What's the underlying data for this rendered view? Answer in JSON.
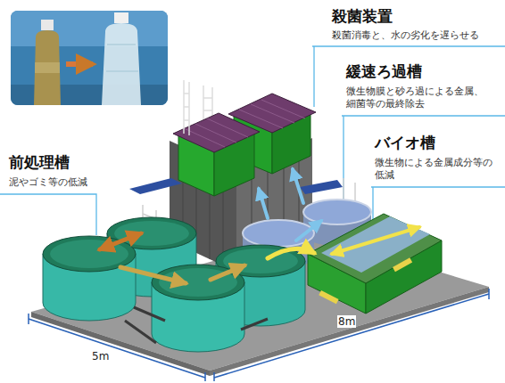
{
  "diagram": {
    "labels": [
      "殺菌装置",
      "殺菌消毒と、水の劣化を遅らせる",
      "緩速ろ過槽",
      "微生物膜と砂ろ過による金属、細菌等の最終除去",
      "バイオ槽",
      "微生物による金属成分等の低減",
      "前処理槽",
      "泥やゴミ等の低減",
      "5m",
      "8m"
    ]
  }
}
